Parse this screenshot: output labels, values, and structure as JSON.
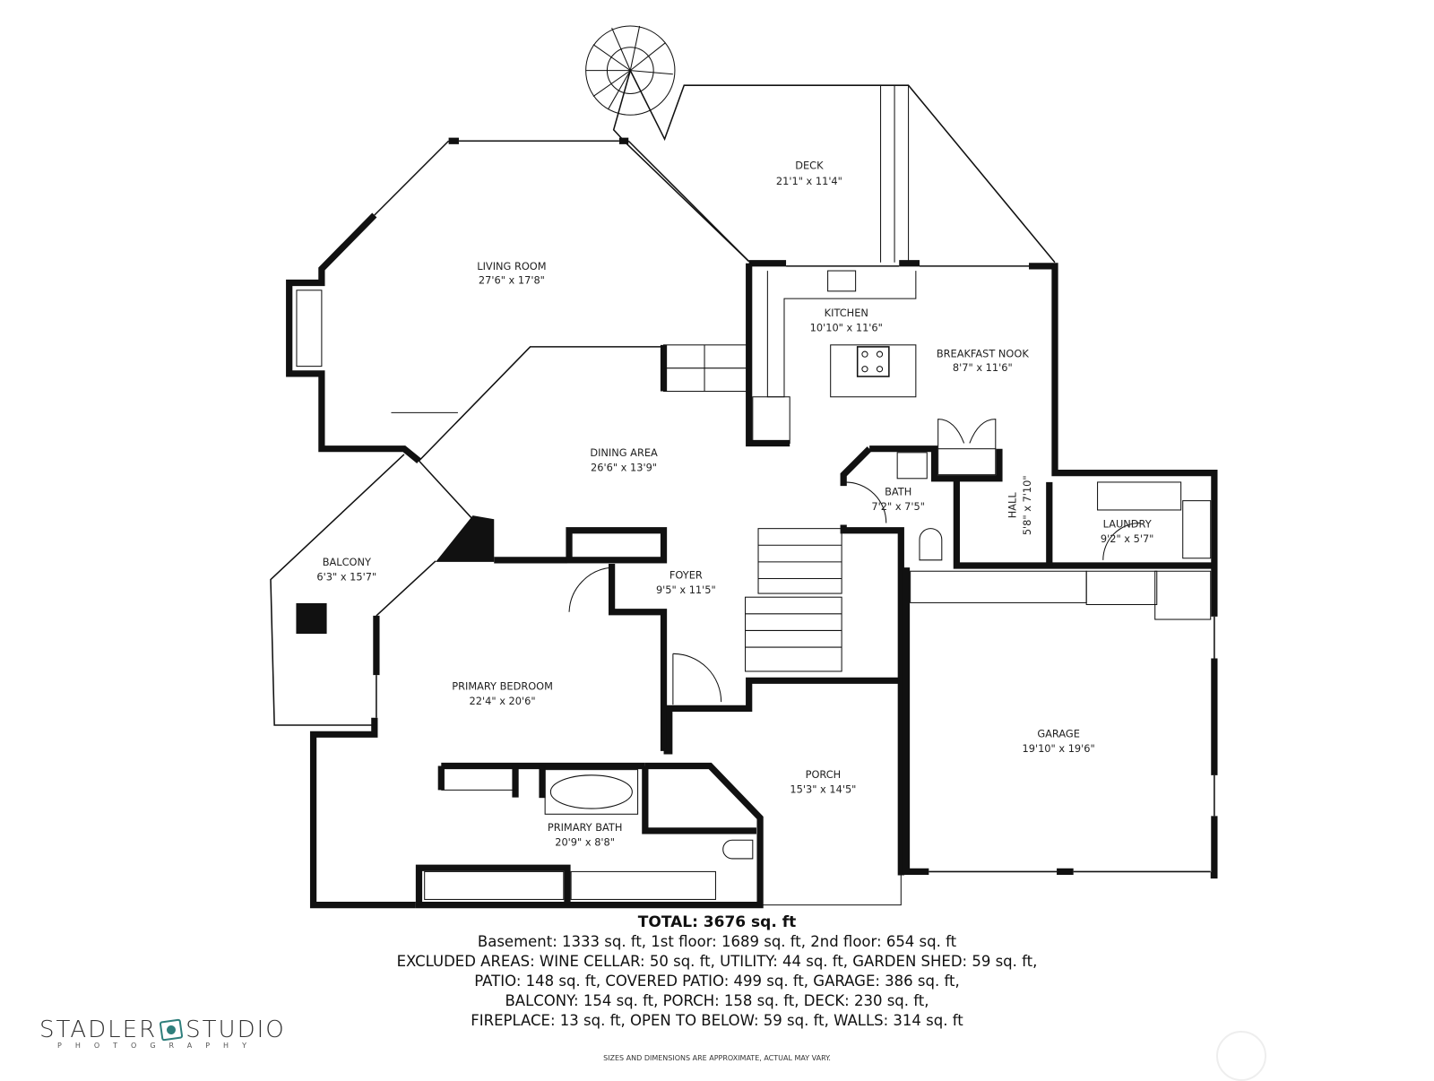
{
  "rooms": [
    {
      "name": "DECK",
      "dims": "21'1\" x 11'4\""
    },
    {
      "name": "LIVING ROOM",
      "dims": "27'6\" x 17'8\""
    },
    {
      "name": "KITCHEN",
      "dims": "10'10\" x 11'6\""
    },
    {
      "name": "BREAKFAST NOOK",
      "dims": "8'7\" x 11'6\""
    },
    {
      "name": "DINING AREA",
      "dims": "26'6\" x 13'9\""
    },
    {
      "name": "BATH",
      "dims": "7'2\" x 7'5\""
    },
    {
      "name": "HALL",
      "dims": "5'8\" x 7'10\""
    },
    {
      "name": "LAUNDRY",
      "dims": "9'2\" x 5'7\""
    },
    {
      "name": "BALCONY",
      "dims": "6'3\" x 15'7\""
    },
    {
      "name": "FOYER",
      "dims": "9'5\" x 11'5\""
    },
    {
      "name": "PRIMARY BEDROOM",
      "dims": "22'4\" x 20'6\""
    },
    {
      "name": "GARAGE",
      "dims": "19'10\" x 19'6\""
    },
    {
      "name": "PORCH",
      "dims": "15'3\" x 14'5\""
    },
    {
      "name": "PRIMARY BATH",
      "dims": "20'9\" x 8'8\""
    }
  ],
  "summary": {
    "total": "TOTAL: 3676 sq. ft",
    "lines": [
      "Basement: 1333 sq. ft, 1st floor: 1689 sq. ft, 2nd floor: 654 sq. ft",
      "EXCLUDED AREAS: WINE CELLAR: 50 sq. ft, UTILITY: 44 sq. ft, GARDEN SHED: 59 sq. ft,",
      "PATIO: 148 sq. ft, COVERED PATIO: 499 sq. ft, GARAGE: 386 sq. ft,",
      "BALCONY: 154 sq. ft, PORCH: 158 sq. ft, DECK: 230 sq. ft,",
      "FIREPLACE: 13 sq. ft, OPEN TO BELOW: 59 sq. ft, WALLS: 314 sq. ft"
    ]
  },
  "disclaimer": "SIZES AND DIMENSIONS ARE APPROXIMATE, ACTUAL MAY VARY.",
  "logo": {
    "left": "STADLER",
    "right": "STUDIO",
    "sub": "PHOTOGRAPHY",
    "accent": "#2f7f7c"
  }
}
